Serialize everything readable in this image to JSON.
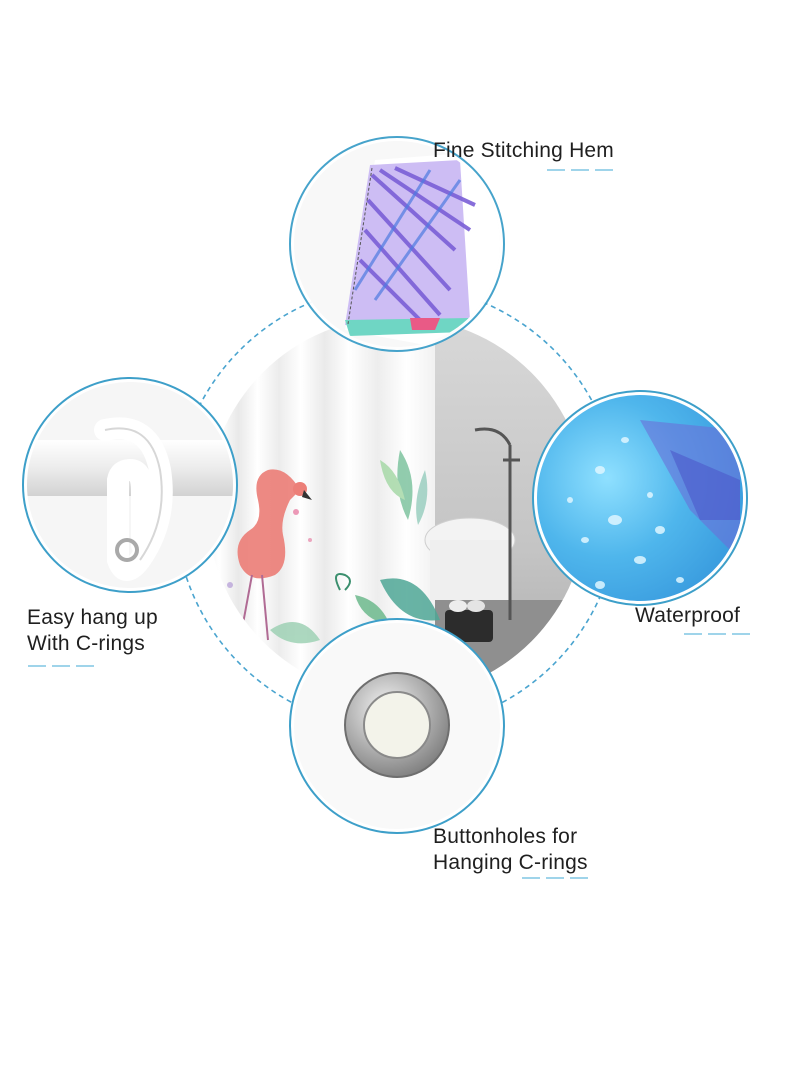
{
  "features": {
    "top": {
      "label": "Fine Stitching Hem"
    },
    "right": {
      "label": "Waterproof"
    },
    "left": {
      "line1": "Easy hang up",
      "line2": "With C-rings"
    },
    "bottom": {
      "line1": "Buttonholes for",
      "line2": "Hanging C-rings"
    }
  },
  "colors": {
    "ring_accent": "#3d9fc9",
    "dashed_circle": "#4aa4cf",
    "label_underline": "#9fd4ea",
    "text": "#1f1f1f",
    "flamingo": "#ec7f78",
    "water_blue": "#5ab9ea",
    "leaf_purple": "#7b5fd6"
  }
}
